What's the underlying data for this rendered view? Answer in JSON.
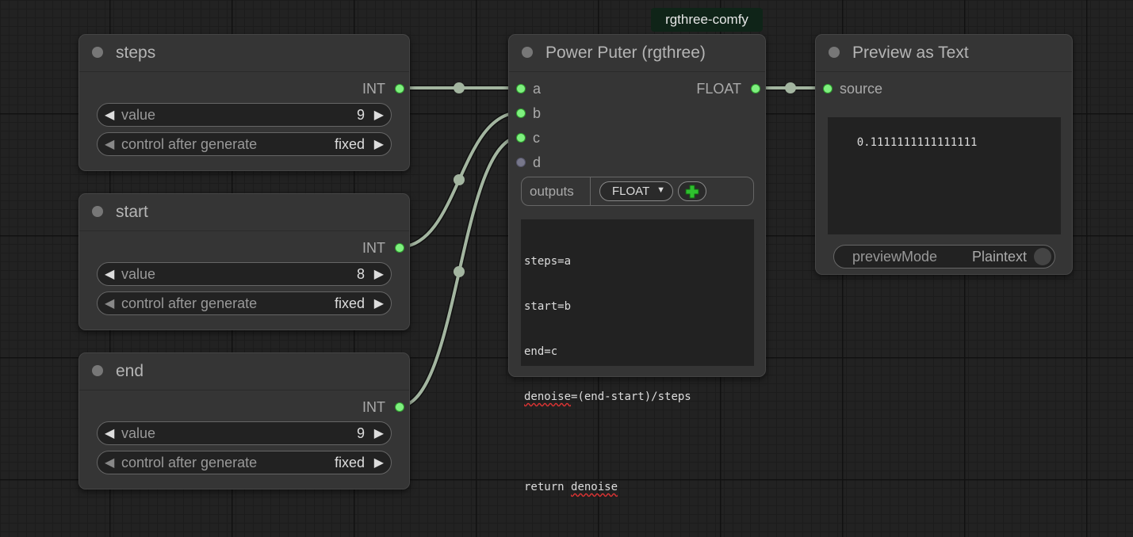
{
  "badge": {
    "label": "rgthree-comfy"
  },
  "colors": {
    "link": "#a3b5a0",
    "slot_active": "#7ff07f",
    "slot_inactive": "#77778a",
    "node_bg": "#353535",
    "canvas_bg": "#222222"
  },
  "nodes": {
    "steps": {
      "title": "steps",
      "output_label": "INT",
      "value_widget": {
        "label": "value",
        "value": "9"
      },
      "control_widget": {
        "label": "control after generate",
        "value": "fixed"
      }
    },
    "start": {
      "title": "start",
      "output_label": "INT",
      "value_widget": {
        "label": "value",
        "value": "8"
      },
      "control_widget": {
        "label": "control after generate",
        "value": "fixed"
      }
    },
    "end": {
      "title": "end",
      "output_label": "INT",
      "value_widget": {
        "label": "value",
        "value": "9"
      },
      "control_widget": {
        "label": "control after generate",
        "value": "fixed"
      }
    },
    "power_puter": {
      "title": "Power Puter (rgthree)",
      "inputs": [
        "a",
        "b",
        "c",
        "d"
      ],
      "output_label": "FLOAT",
      "outputs_widget": {
        "label": "outputs",
        "type_value": "FLOAT",
        "type_icon": "triangle-down-icon",
        "add_icon": "plus-icon"
      },
      "code": {
        "line1": "steps=a",
        "line2": "start=b",
        "line3": "end=c",
        "line4a": "denoise",
        "line4b": "=(end-start)/steps",
        "line5": "",
        "line6a": "return ",
        "line6b": "denoise"
      }
    },
    "preview": {
      "title": "Preview as Text",
      "input_label": "source",
      "text": "0.1111111111111111",
      "mode_widget": {
        "label": "previewMode",
        "value": "Plaintext"
      }
    }
  }
}
